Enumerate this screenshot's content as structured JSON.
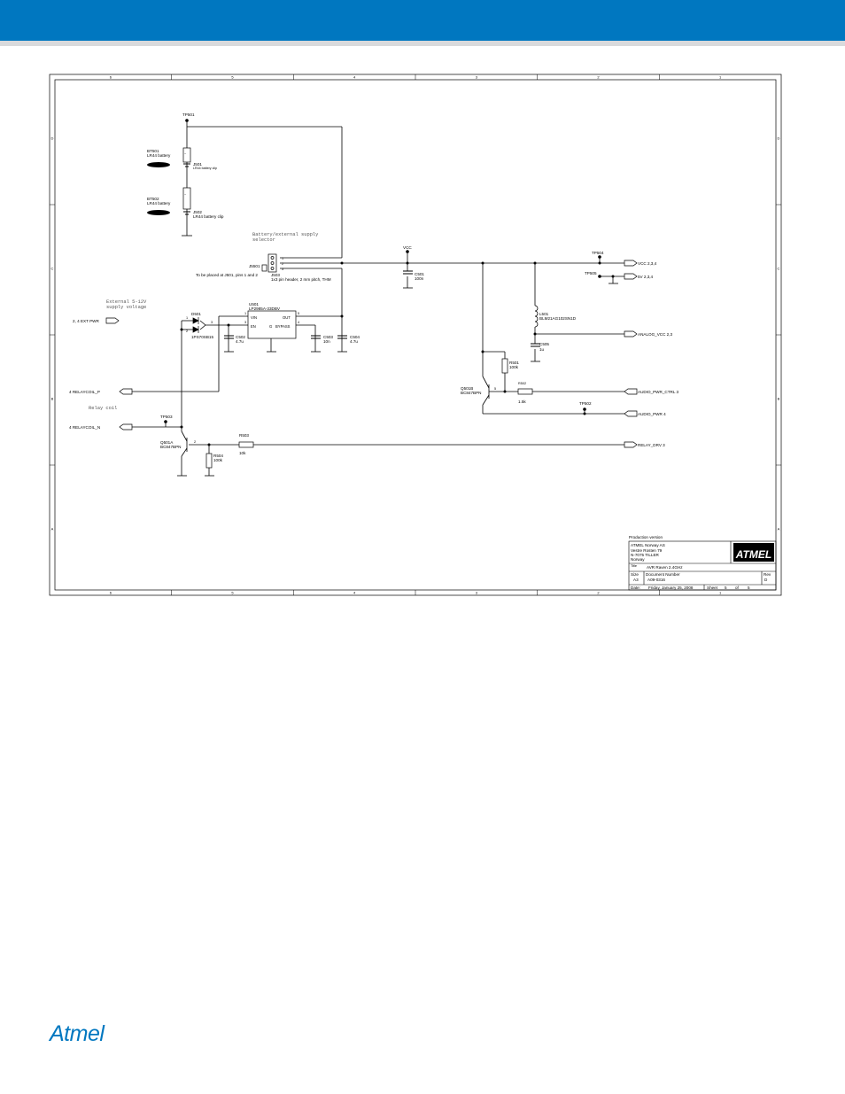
{
  "header": {
    "color": "#0077c0",
    "rule_color": "#d9dadc"
  },
  "footer": {
    "logo_text": "Atmel",
    "logo_color": "#0077c0"
  },
  "frame": {
    "cols": [
      "6",
      "5",
      "4",
      "3",
      "2",
      "1"
    ],
    "rows": [
      "D",
      "C",
      "B",
      "A"
    ]
  },
  "components": {
    "tp501": "TP501",
    "bt501_ref": "BT501",
    "bt501_val": "LR44 battery",
    "j501_ref": "J501",
    "j501_val": "LR44 battery clip",
    "bt502_ref": "BT502",
    "bt502_val": "LR44 battery",
    "j502_ref": "J502",
    "j502_val": "LR44 battery clip",
    "selector_note_1": "Battery/external supply",
    "selector_note_2": "selector",
    "j5501": "J5501",
    "j503_ref": "J503",
    "j503_val": "1x3 pin header, 2 mm pitch, THM",
    "j503_note": "To be placed at J501, pins 1 and 2",
    "ext_note_1": "External 5-12V",
    "ext_note_2": "supply voltage",
    "d501_ref": "D501",
    "d501_val": "1PS70SB15",
    "u501_ref": "U501",
    "u501_val": "LP2985A-33DBV",
    "u501_vin": "VIN",
    "u501_en": "EN",
    "u501_out": "OUT",
    "u501_gnd": "G",
    "u501_bypass": "BYPASS",
    "c502_ref": "C502",
    "c502_val": "4.7u",
    "c503_ref": "C503",
    "c503_val": "10n",
    "c504_ref": "C504",
    "c504_val": "4.7u",
    "vcc_label": "VCC",
    "c501_ref": "C501",
    "c501_val": "100n",
    "tp504": "TP504",
    "tp505": "TP505",
    "l501_ref": "L501",
    "l501_val": "BLM21AG102SN1D",
    "c505_ref": "C505",
    "c505_val": "1u",
    "r501_ref": "R501",
    "r501_val": "100k",
    "q501b_ref": "Q501B",
    "q501b_val": "BC847BPN",
    "r502_ref": "R502",
    "r502_val": "1.5k",
    "tp502": "TP502",
    "relay_note": "Relay coil",
    "tp503": "TP503",
    "q501a_ref": "Q501A",
    "q501a_val": "BC847BPN",
    "r503_ref": "R503",
    "r503_val": "10k",
    "r504_ref": "R504",
    "r504_val": "100k"
  },
  "ports": {
    "ext_pwr": "2, 4  EXT PWR",
    "relaycoil_p": "4  RELAYCOIL_P",
    "relaycoil_n": "4  RELAYCOIL_N",
    "vcc": "VCC  2,3,4",
    "v5": "5V  2,3,4",
    "analog_vcc": "ANALOG_VCC  2,3",
    "audio_pwr_ctrl": "AUDIO_PWR_CTRL  3",
    "audio_pwr": "AUDIO_PWR  4",
    "relay_drv": "RELAY_DRV  3"
  },
  "titleblock": {
    "status": "Production version",
    "company": "ATMEL Norway AS",
    "addr1": "Vestre Rosten 79",
    "addr2": "N-7075 TILLER",
    "addr3": "Norway",
    "title_label": "Title",
    "title": "AVR Raven 2.4GHz",
    "size_label": "Size",
    "size": "A3",
    "docnum_label": "Document Number",
    "docnum": "A09-0316",
    "rev_label": "Rev",
    "rev": "D",
    "date_label": "Date:",
    "date": "Friday, January 25, 2008",
    "sheet_label": "Sheet",
    "sheet": "5",
    "of_label": "of",
    "of": "5",
    "logo_text": "ATMEL"
  }
}
